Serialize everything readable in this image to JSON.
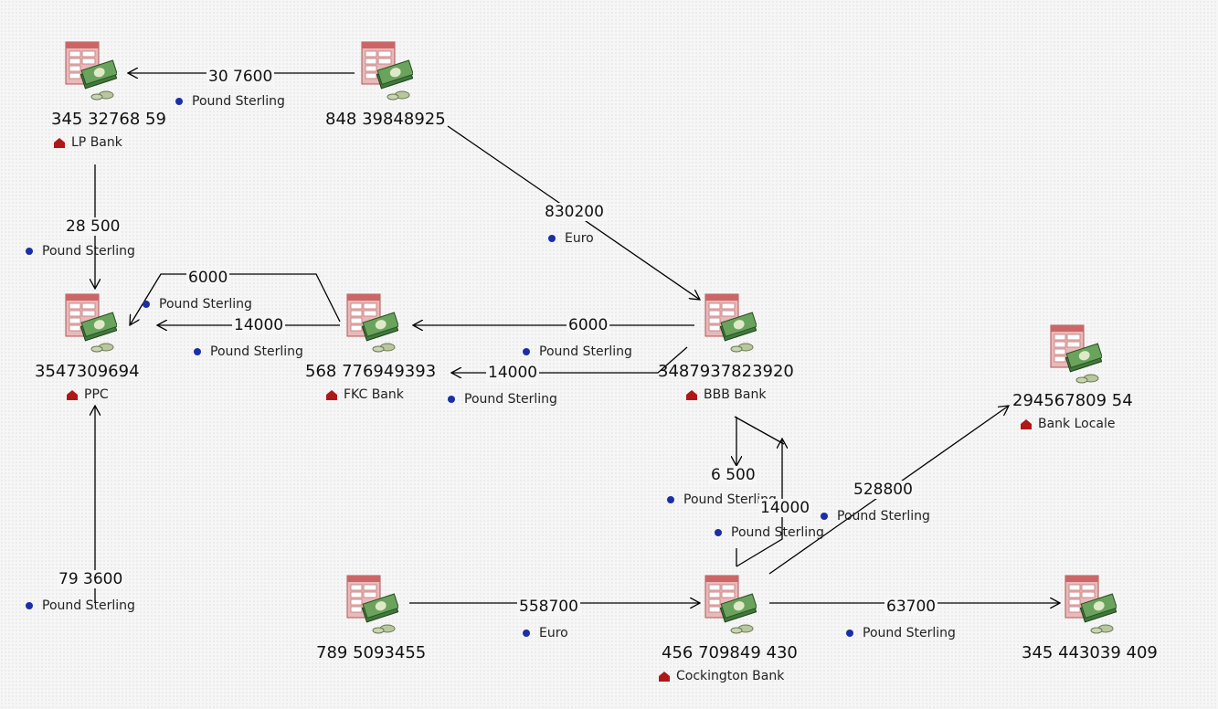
{
  "accounts": {
    "a1": {
      "number": "345 32768 59",
      "bank": "LP Bank"
    },
    "a2": {
      "number": "848 39848925",
      "bank": ""
    },
    "a3": {
      "number": "3547309694",
      "bank": "PPC"
    },
    "a4": {
      "number": "568 776949393",
      "bank": "FKC Bank"
    },
    "a5": {
      "number": "3487937823920",
      "bank": "BBB Bank"
    },
    "a6": {
      "number": "294567809 54",
      "bank": "Bank Locale"
    },
    "a7": {
      "number": "789 5093455",
      "bank": ""
    },
    "a8": {
      "number": "456 709849 430",
      "bank": "Cockington Bank"
    },
    "a9": {
      "number": "345 443039 409",
      "bank": ""
    }
  },
  "transfers": [
    {
      "from": "a2",
      "to": "a1",
      "amount": "30 7600",
      "currency": "Pound Sterling"
    },
    {
      "from": "a1",
      "to": "a3",
      "amount": "28 500",
      "currency": "Pound Sterling"
    },
    {
      "from": "a4",
      "to": "a3",
      "amount": "6000",
      "currency": "Pound Sterling"
    },
    {
      "from": "a4",
      "to": "a3",
      "amount": "14000",
      "currency": "Pound Sterling"
    },
    {
      "from": "a2",
      "to": "a5",
      "amount": "830200",
      "currency": "Euro"
    },
    {
      "from": "a5",
      "to": "a4",
      "amount": "6000",
      "currency": "Pound Sterling"
    },
    {
      "from": "a5",
      "to": "a4",
      "amount": "14000",
      "currency": "Pound Sterling"
    },
    {
      "from": "a7",
      "to": "a3",
      "amount": "79 3600",
      "currency": "Pound Sterling"
    },
    {
      "from": "a7",
      "to": "a8",
      "amount": "558700",
      "currency": "Euro"
    },
    {
      "from": "a8",
      "to": "a9",
      "amount": "63700",
      "currency": "Pound Sterling"
    },
    {
      "from": "a5",
      "to": "a8",
      "amount": "6 500",
      "currency": "Pound Sterling"
    },
    {
      "from": "a8",
      "to": "a5",
      "amount": "14000",
      "currency": "Pound Sterling"
    },
    {
      "from": "a8",
      "to": "a6",
      "amount": "528800",
      "currency": "Pound Sterling"
    }
  ],
  "colors": {
    "edge": "#000000",
    "currency_dot": "#1a2ea8",
    "bank_icon": "#b01818",
    "account_icon": "#c86a6a"
  },
  "icons": {
    "account": "account-ledger-icon",
    "bank": "bank-building-icon",
    "currency": "currency-dot-icon"
  }
}
